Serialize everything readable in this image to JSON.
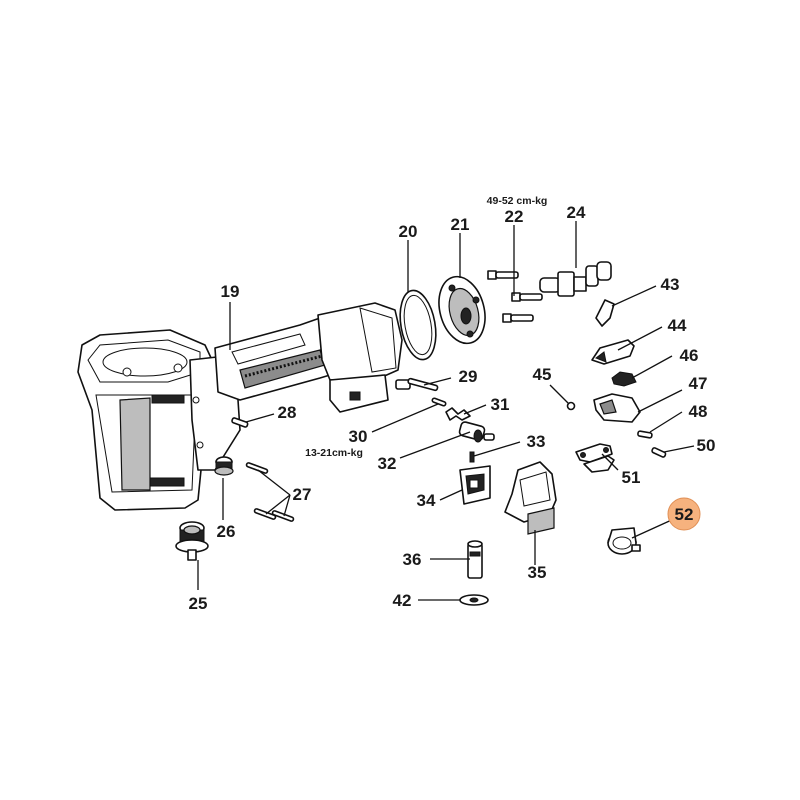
{
  "diagram": {
    "parts": [
      {
        "id": "p19",
        "number": "19"
      },
      {
        "id": "p20",
        "number": "20"
      },
      {
        "id": "p21",
        "number": "21"
      },
      {
        "id": "p22",
        "number": "22"
      },
      {
        "id": "p24",
        "number": "24"
      },
      {
        "id": "p25",
        "number": "25"
      },
      {
        "id": "p26",
        "number": "26"
      },
      {
        "id": "p27",
        "number": "27"
      },
      {
        "id": "p28",
        "number": "28"
      },
      {
        "id": "p29",
        "number": "29"
      },
      {
        "id": "p30",
        "number": "30"
      },
      {
        "id": "p31",
        "number": "31"
      },
      {
        "id": "p32",
        "number": "32"
      },
      {
        "id": "p33",
        "number": "33"
      },
      {
        "id": "p34",
        "number": "34"
      },
      {
        "id": "p35",
        "number": "35"
      },
      {
        "id": "p36",
        "number": "36"
      },
      {
        "id": "p42",
        "number": "42"
      },
      {
        "id": "p43",
        "number": "43"
      },
      {
        "id": "p44",
        "number": "44"
      },
      {
        "id": "p45",
        "number": "45"
      },
      {
        "id": "p46",
        "number": "46"
      },
      {
        "id": "p47",
        "number": "47"
      },
      {
        "id": "p48",
        "number": "48"
      },
      {
        "id": "p50",
        "number": "50"
      },
      {
        "id": "p51",
        "number": "51"
      },
      {
        "id": "p52",
        "number": "52",
        "highlighted": true
      }
    ],
    "torque_specs": {
      "p22": "49-52 cm-kg",
      "p30": "13-21cm-kg"
    },
    "colors": {
      "highlight": "#f6b27e",
      "line": "#111111"
    }
  }
}
